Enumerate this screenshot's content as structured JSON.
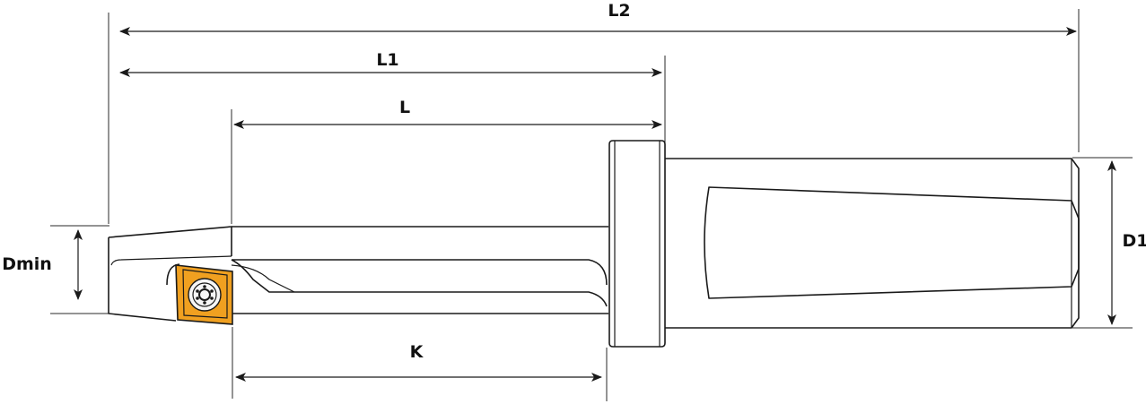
{
  "labels": {
    "L2": "L2",
    "L1": "L1",
    "L": "L",
    "K": "K",
    "Dmin": "Dmin",
    "D1": "D1"
  },
  "colors": {
    "insert": "#f0a020",
    "line": "#1a1a1a"
  },
  "icons": {
    "insert": "rhombic-insert-with-torx-screw"
  }
}
